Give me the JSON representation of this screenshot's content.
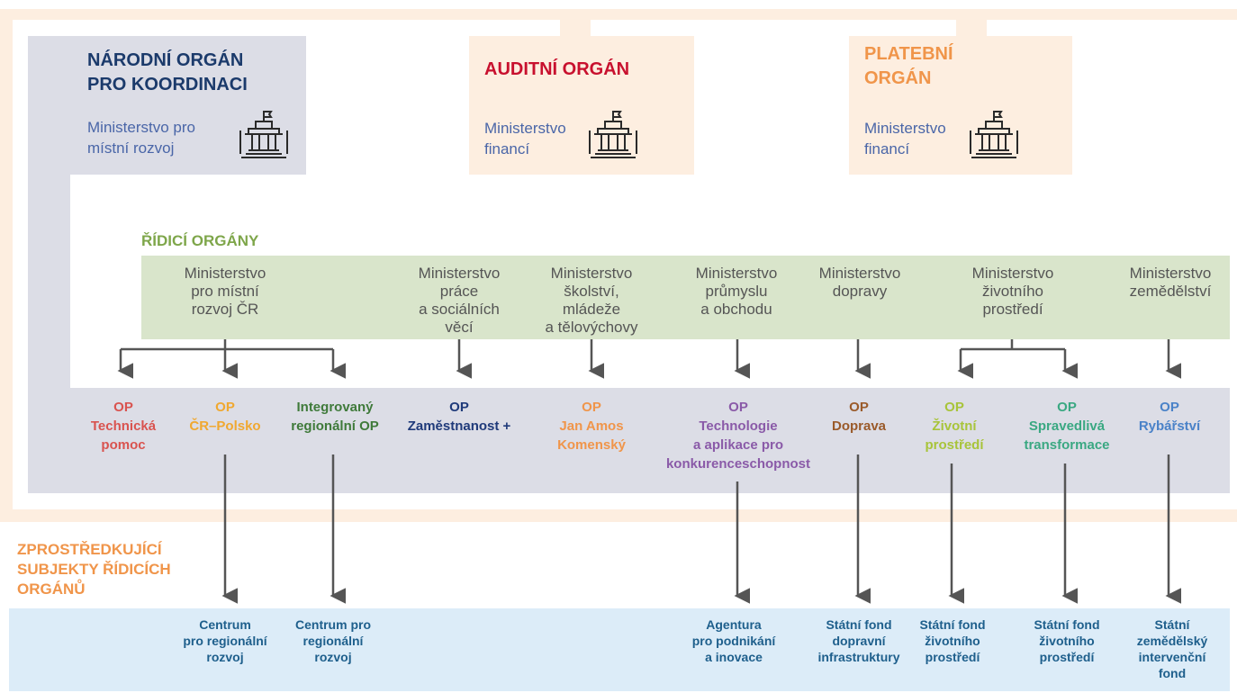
{
  "colors": {
    "peach": "#fdeee0",
    "gray": "#dcdde6",
    "green": "#d9e5cb",
    "blue": "#dcecf8",
    "navy": "#1b3a6b",
    "red": "#c8102e",
    "orange": "#f0954a",
    "olive": "#7ea64a",
    "ministry_blue": "#4a66a8",
    "arrow": "#555555"
  },
  "top_authorities": [
    {
      "title_lines": [
        "NÁRODNÍ ORGÁN",
        "PRO KOORDINACI"
      ],
      "ministry_lines": [
        "Ministerstvo pro",
        "místní rozvoj"
      ],
      "icon": "government-building-icon",
      "color": "#1b3a6b"
    },
    {
      "title_lines": [
        "AUDITNÍ ORGÁN"
      ],
      "ministry_lines": [
        "Ministerstvo",
        "financí"
      ],
      "icon": "government-building-icon",
      "color": "#c8102e"
    },
    {
      "title_lines": [
        "PLATEBNÍ",
        "ORGÁN"
      ],
      "ministry_lines": [
        "Ministerstvo",
        "financí"
      ],
      "icon": "government-building-icon",
      "color": "#f0954a"
    }
  ],
  "managing_authorities_heading": "ŘÍDICÍ ORGÁNY",
  "managing_authorities": [
    {
      "lines": [
        "Ministerstvo",
        "pro místní",
        "rozvoj ČR"
      ]
    },
    {
      "lines": [
        "Ministerstvo",
        "práce",
        "a sociálních",
        "věcí"
      ]
    },
    {
      "lines": [
        "Ministerstvo",
        "školství,",
        "mládeže",
        "a tělovýchovy"
      ]
    },
    {
      "lines": [
        "Ministerstvo",
        "průmyslu",
        "a obchodu"
      ]
    },
    {
      "lines": [
        "Ministerstvo",
        "dopravy"
      ]
    },
    {
      "lines": [
        "Ministerstvo",
        "životního",
        "prostředí"
      ]
    },
    {
      "lines": [
        "Ministerstvo",
        "zemědělství"
      ]
    }
  ],
  "operational_programmes": [
    {
      "lines": [
        "OP",
        "Technická",
        "pomoc"
      ],
      "color": "#d9534f"
    },
    {
      "lines": [
        "OP",
        "ČR–Polsko"
      ],
      "color": "#f0a830"
    },
    {
      "lines": [
        "Integrovaný",
        "regionální OP"
      ],
      "color": "#3f7a3a"
    },
    {
      "lines": [
        "OP",
        "Zaměstnanost +"
      ],
      "color": "#1f3a7a"
    },
    {
      "lines": [
        "OP",
        "Jan Amos",
        "Komenský"
      ],
      "color": "#f0954a"
    },
    {
      "lines": [
        "OP",
        "Technologie",
        "a aplikace pro",
        "konkurenceschopnost"
      ],
      "color": "#8a5aa8"
    },
    {
      "lines": [
        "OP",
        "Doprava"
      ],
      "color": "#9a5a2a"
    },
    {
      "lines": [
        "OP",
        "Životní",
        "prostředí"
      ],
      "color": "#a8c43a"
    },
    {
      "lines": [
        "OP",
        "Spravedlivá",
        "transformace"
      ],
      "color": "#3aa882"
    },
    {
      "lines": [
        "OP",
        "Rybářství"
      ],
      "color": "#4a82c8"
    }
  ],
  "intermediate_heading_lines": [
    "ZPROSTŘEDKUJÍCÍ",
    "SUBJEKTY ŘÍDICÍCH",
    "ORGÁNŮ"
  ],
  "intermediate_bodies": [
    {
      "lines": [
        "Centrum",
        "pro regionální",
        "rozvoj"
      ]
    },
    {
      "lines": [
        "Centrum pro",
        "regionální",
        "rozvoj"
      ]
    },
    {
      "lines": [
        "Agentura",
        "pro podnikání",
        "a inovace"
      ]
    },
    {
      "lines": [
        "Státní fond",
        "dopravní",
        "infrastruktury"
      ]
    },
    {
      "lines": [
        "Státní fond",
        "životního",
        "prostředí"
      ]
    },
    {
      "lines": [
        "Státní fond",
        "životního",
        "prostředí"
      ]
    },
    {
      "lines": [
        "Státní",
        "zemědělský",
        "intervenční",
        "fond"
      ]
    }
  ]
}
